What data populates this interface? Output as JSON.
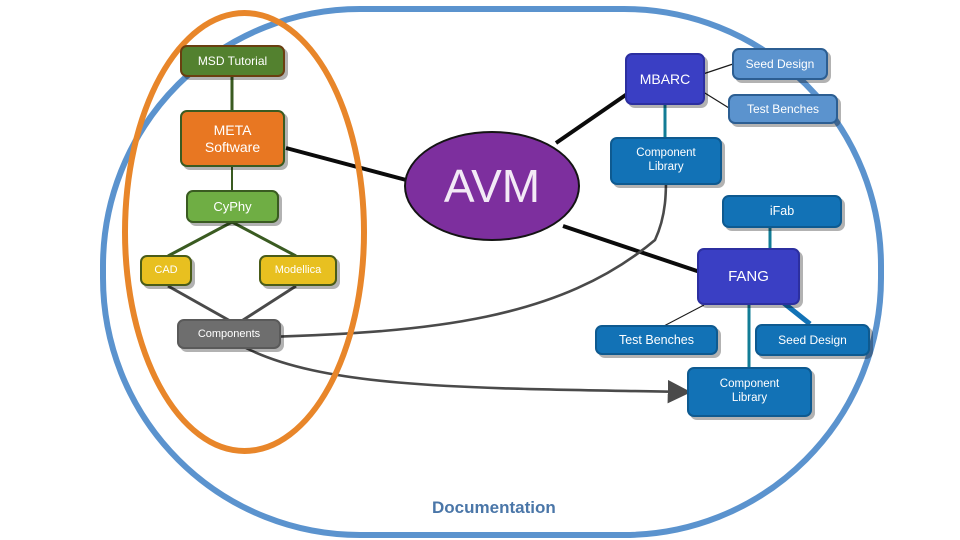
{
  "diagram": {
    "title_caption": "Documentation",
    "center_node": {
      "label": "AVM",
      "color": "#7D2F9E"
    },
    "groups": {
      "meta_ring_color": "#E8862A",
      "outer_frame_color": "#5B93CE"
    },
    "nodes": [
      {
        "id": "msd_tutorial",
        "label": "MSD Tutorial",
        "color": "#53812F"
      },
      {
        "id": "meta_software",
        "label": "META\nSoftware",
        "line1": "META",
        "line2": "Software",
        "color": "#E87722"
      },
      {
        "id": "cyphy",
        "label": "CyPhy",
        "color": "#6FAE44"
      },
      {
        "id": "cad",
        "label": "CAD",
        "color": "#E8C020"
      },
      {
        "id": "modellica",
        "label": "Modellica",
        "color": "#E8C020"
      },
      {
        "id": "components",
        "label": "Components",
        "color": "#6E6E6E"
      },
      {
        "id": "mbarc",
        "label": "MBARC",
        "color": "#3A3FC4"
      },
      {
        "id": "seed_design_top",
        "label": "Seed Design",
        "color": "#5B93CE"
      },
      {
        "id": "test_benches_top",
        "label": "Test Benches",
        "color": "#5B93CE"
      },
      {
        "id": "component_library_top",
        "line1": "Component",
        "line2": "Library",
        "label": "Component Library",
        "color": "#1272B6"
      },
      {
        "id": "ifab",
        "label": "iFab",
        "color": "#1272B6"
      },
      {
        "id": "fang",
        "label": "FANG",
        "color": "#3A3FC4"
      },
      {
        "id": "test_benches_bottom",
        "label": "Test Benches",
        "color": "#1272B6"
      },
      {
        "id": "seed_design_bottom",
        "label": "Seed Design",
        "color": "#1272B6"
      },
      {
        "id": "component_library_bottom",
        "line1": "Component",
        "line2": "Library",
        "label": "Component Library",
        "color": "#1272B6"
      }
    ],
    "edges": [
      {
        "from": "msd_tutorial",
        "to": "meta_software",
        "style": "solid-green"
      },
      {
        "from": "meta_software",
        "to": "cyphy",
        "style": "solid-green"
      },
      {
        "from": "cyphy",
        "to": "cad",
        "style": "solid-green"
      },
      {
        "from": "cyphy",
        "to": "modellica",
        "style": "solid-green"
      },
      {
        "from": "cad",
        "to": "components",
        "style": "solid-gray"
      },
      {
        "from": "modellica",
        "to": "components",
        "style": "solid-gray"
      },
      {
        "from": "meta_software",
        "to": "center_node",
        "style": "solid-black"
      },
      {
        "from": "center_node",
        "to": "mbarc",
        "style": "solid-black"
      },
      {
        "from": "center_node",
        "to": "fang",
        "style": "solid-black"
      },
      {
        "from": "mbarc",
        "to": "seed_design_top",
        "style": "thin-black"
      },
      {
        "from": "mbarc",
        "to": "test_benches_top",
        "style": "thin-black"
      },
      {
        "from": "mbarc",
        "to": "component_library_top",
        "style": "solid-teal"
      },
      {
        "from": "ifab",
        "to": "fang",
        "style": "solid-teal"
      },
      {
        "from": "fang",
        "to": "test_benches_bottom",
        "style": "thin-black"
      },
      {
        "from": "fang",
        "to": "seed_design_bottom",
        "style": "solid-blue"
      },
      {
        "from": "fang",
        "to": "component_library_bottom",
        "style": "solid-teal"
      },
      {
        "from": "components",
        "to": "component_library_top",
        "style": "curve-arrow-gray"
      },
      {
        "from": "components",
        "to": "component_library_bottom",
        "style": "curve-arrow-gray"
      }
    ]
  }
}
